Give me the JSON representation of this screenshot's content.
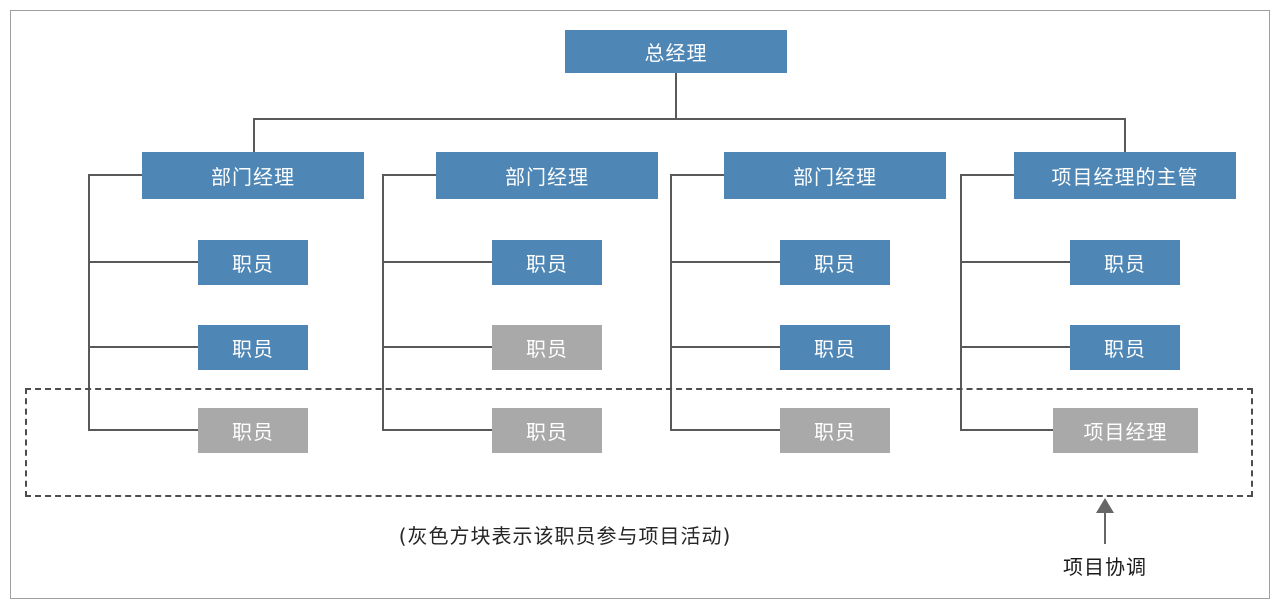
{
  "diagram": {
    "root_label": "总经理",
    "columns": [
      {
        "manager": "部门经理",
        "children": [
          {
            "label": "职员",
            "variant": "blue"
          },
          {
            "label": "职员",
            "variant": "blue"
          },
          {
            "label": "职员",
            "variant": "gray"
          }
        ]
      },
      {
        "manager": "部门经理",
        "children": [
          {
            "label": "职员",
            "variant": "blue"
          },
          {
            "label": "职员",
            "variant": "gray"
          },
          {
            "label": "职员",
            "variant": "gray"
          }
        ]
      },
      {
        "manager": "部门经理",
        "children": [
          {
            "label": "职员",
            "variant": "blue"
          },
          {
            "label": "职员",
            "variant": "blue"
          },
          {
            "label": "职员",
            "variant": "gray"
          }
        ]
      },
      {
        "manager": "项目经理的主管",
        "children": [
          {
            "label": "职员",
            "variant": "blue"
          },
          {
            "label": "职员",
            "variant": "blue"
          },
          {
            "label": "项目经理",
            "variant": "gray"
          }
        ]
      }
    ],
    "caption": "(灰色方块表示该职员参与项目活动)",
    "coordination_label": "项目协调",
    "colors": {
      "box_blue": "#4e86b5",
      "box_gray": "#a9a9a9",
      "line": "#595959",
      "dashed_border": "#4d4d4d"
    }
  }
}
